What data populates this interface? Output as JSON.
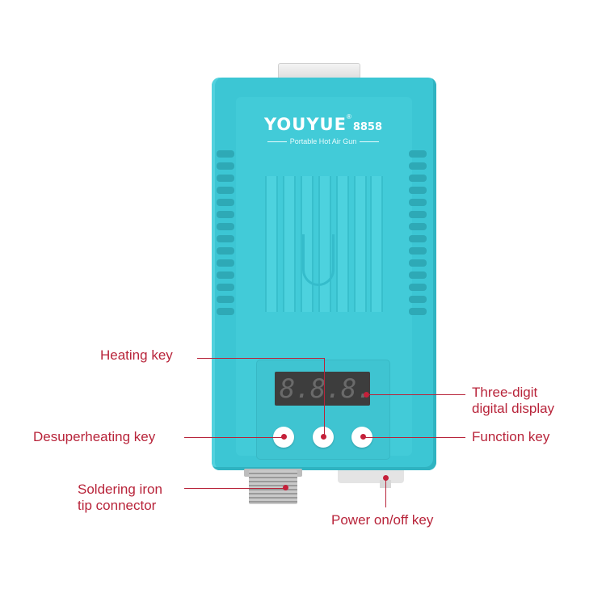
{
  "product": {
    "brand": "YOUYUE",
    "registered_mark": "®",
    "model": "8858",
    "tagline": "Portable Hot Air Gun",
    "display_digits": [
      "8.",
      "8.",
      "8."
    ],
    "colors": {
      "body": "#3cc6d4",
      "display": "#3d3d3d",
      "callout": "#b8243a",
      "button": "#ffffff"
    }
  },
  "callouts": {
    "heating_key": "Heating key",
    "three_digit_display_line1": "Three-digit",
    "three_digit_display_line2": "digital display",
    "desuperheating_key": "Desuperheating key",
    "function_key": "Function key",
    "connector_line1": "Soldering iron",
    "connector_line2": "tip connector",
    "power_key": "Power on/off key"
  }
}
